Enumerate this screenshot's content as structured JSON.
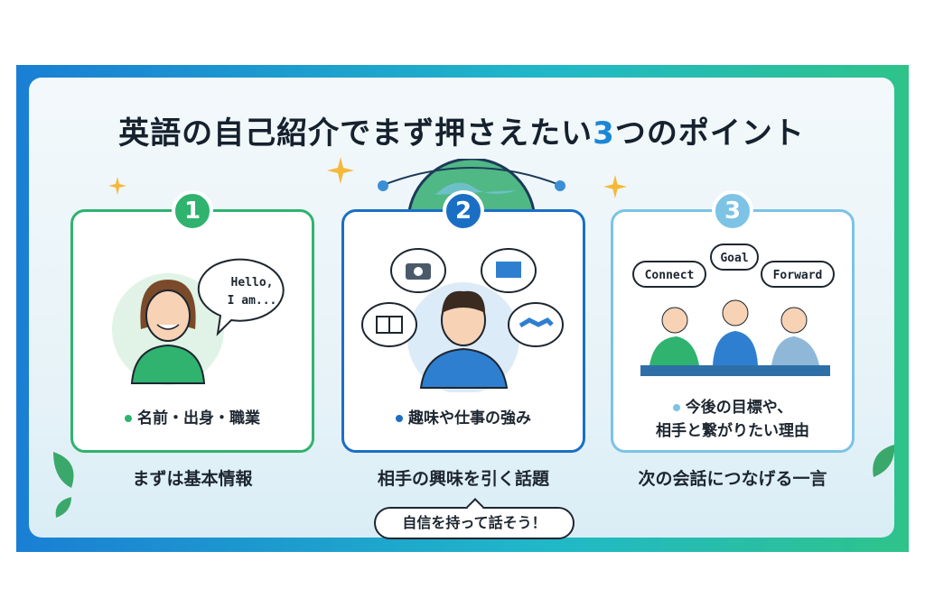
{
  "title": {
    "prefix": "英語の自己紹介でまず押さえたい",
    "number": "3",
    "suffix": "つのポイント"
  },
  "points": [
    {
      "number": "1",
      "bubble_line1": "Hello,",
      "bubble_line2": "I am...",
      "bullet": "名前・出身・職業",
      "caption": "まずは基本情報",
      "color": "#2fb36f"
    },
    {
      "number": "2",
      "bullet": "趣味や仕事の強み",
      "caption": "相手の興味を引く話題",
      "color": "#1a6fc4"
    },
    {
      "number": "3",
      "bubbles": [
        "Connect",
        "Goal",
        "Forward"
      ],
      "bullet_line1": "今後の目標や、",
      "bullet_line2": "相手と繋がりたい理由",
      "caption": "次の会話につなげる一言",
      "color": "#7cc3e6"
    }
  ],
  "badge": "自信を持って話そう！"
}
